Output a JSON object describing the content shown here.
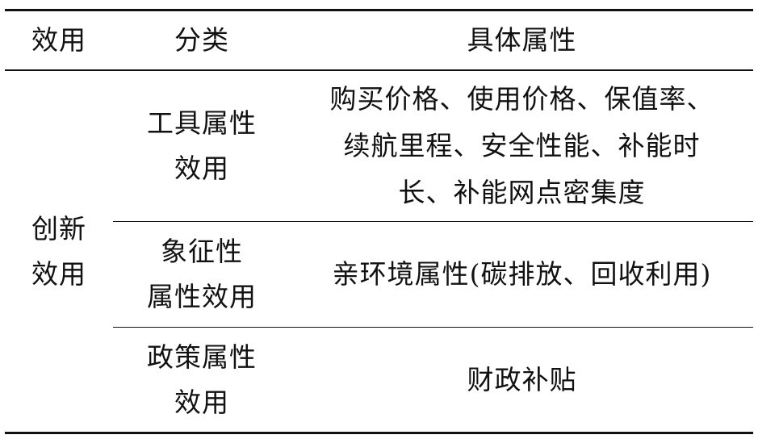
{
  "table": {
    "headers": {
      "effect": "效用",
      "category": "分类",
      "attributes": "具体属性"
    },
    "group_label": "创新\n效用",
    "rows": [
      {
        "category": "工具属性\n效用",
        "attributes": "购买价格、使用价格、保值率、\n续航里程、安全性能、补能时\n长、补能网点密集度"
      },
      {
        "category": "象征性\n属性效用",
        "attributes": "亲环境属性(碳排放、回收利用)"
      },
      {
        "category": "政策属性\n效用",
        "attributes": "财政补贴"
      }
    ]
  }
}
